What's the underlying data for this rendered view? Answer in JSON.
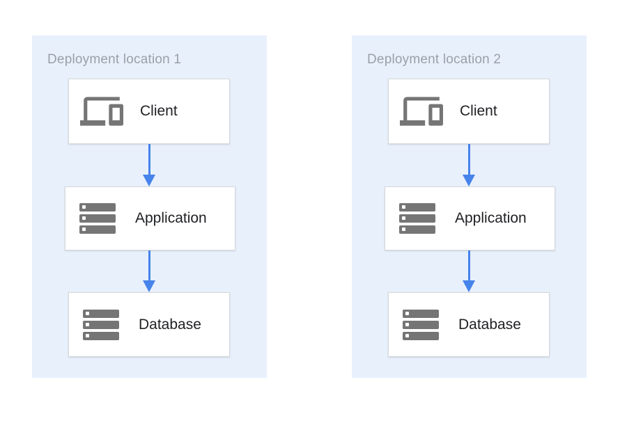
{
  "colors": {
    "panel_bg": "#e8f0fc",
    "box_bg": "#ffffff",
    "box_border": "#d5d8db",
    "icon_gray": "#757575",
    "arrow_blue": "#4683ea",
    "title_gray": "#9aa0a6",
    "label_dark": "#202124"
  },
  "panels": [
    {
      "title": "Deployment location 1",
      "nodes": [
        {
          "label": "Client",
          "icon": "devices-icon"
        },
        {
          "label": "Application",
          "icon": "server-stack-icon"
        },
        {
          "label": "Database",
          "icon": "server-stack-icon"
        }
      ],
      "arrows": [
        {
          "from": "Client",
          "to": "Application"
        },
        {
          "from": "Application",
          "to": "Database"
        }
      ]
    },
    {
      "title": "Deployment location 2",
      "nodes": [
        {
          "label": "Client",
          "icon": "devices-icon"
        },
        {
          "label": "Application",
          "icon": "server-stack-icon"
        },
        {
          "label": "Database",
          "icon": "server-stack-icon"
        }
      ],
      "arrows": [
        {
          "from": "Client",
          "to": "Application"
        },
        {
          "from": "Application",
          "to": "Database"
        }
      ]
    }
  ]
}
